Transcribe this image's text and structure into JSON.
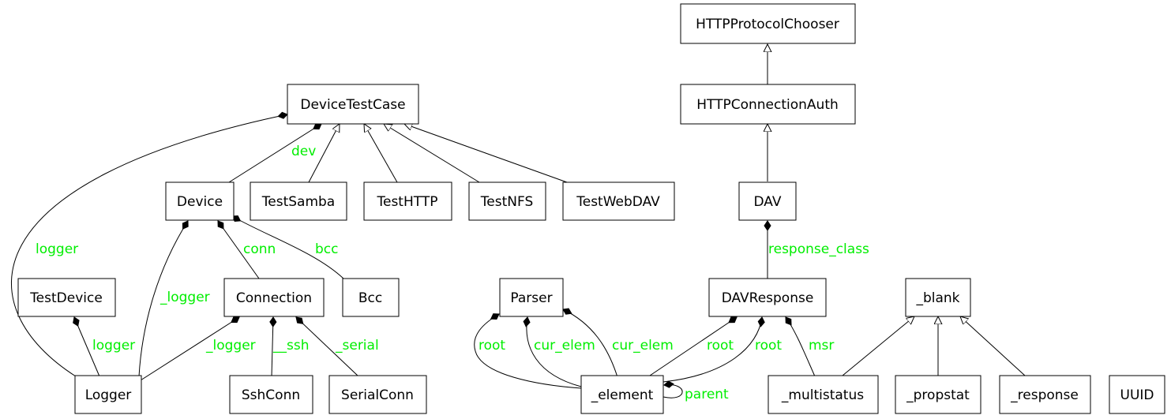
{
  "colors": {
    "node_border": "#000000",
    "line": "#000000",
    "label": "#00ee00",
    "background": "#ffffff"
  },
  "nodes": {
    "HTTPProtocolChooser": "HTTPProtocolChooser",
    "HTTPConnectionAuth": "HTTPConnectionAuth",
    "DeviceTestCase": "DeviceTestCase",
    "Device": "Device",
    "TestSamba": "TestSamba",
    "TestHTTP": "TestHTTP",
    "TestNFS": "TestNFS",
    "TestWebDAV": "TestWebDAV",
    "DAV": "DAV",
    "TestDevice": "TestDevice",
    "Connection": "Connection",
    "Bcc": "Bcc",
    "Parser": "Parser",
    "DAVResponse": "DAVResponse",
    "blank": "_blank",
    "Logger": "Logger",
    "SshConn": "SshConn",
    "SerialConn": "SerialConn",
    "element": "_element",
    "multistatus": "_multistatus",
    "propstat": "_propstat",
    "response": "_response",
    "UUID": "UUID"
  },
  "labels": {
    "dev": "dev",
    "logger_dtc": "logger",
    "conn": "conn",
    "bcc": "bcc",
    "response_class": "response_class",
    "logger_device": "_logger",
    "logger_testdevice": "logger",
    "logger_connection": "_logger",
    "ssh": "__ssh",
    "serial": "_serial",
    "root_parser": "root",
    "cur_elem_1": "cur_elem",
    "cur_elem_2": "cur_elem",
    "root_davresponse_1": "root",
    "root_davresponse_2": "root",
    "msr": "msr",
    "parent": "parent"
  },
  "edges": {
    "inheritance": [
      "HTTPConnectionAuth → HTTPProtocolChooser",
      "DAV → HTTPConnectionAuth",
      "TestSamba → DeviceTestCase",
      "TestHTTP → DeviceTestCase",
      "TestNFS → DeviceTestCase",
      "TestWebDAV → DeviceTestCase",
      "_multistatus → _blank",
      "_propstat → _blank",
      "_response → _blank"
    ],
    "composition": [
      "DeviceTestCase ◆ Device (dev)",
      "DeviceTestCase ◆ Logger (logger)",
      "Device ◆ Connection (conn)",
      "Device ◆ Bcc (bcc)",
      "Device ◆ Logger (_logger)",
      "TestDevice ◆ Logger (logger)",
      "Connection ◆ Logger (_logger)",
      "Connection ◆ SshConn (__ssh)",
      "Connection ◆ SerialConn (_serial)",
      "DAV ◆ DAVResponse (response_class)",
      "Parser ◆ _element (root)",
      "Parser ◆ _element (cur_elem)",
      "Parser ◆ _element (cur_elem)",
      "DAVResponse ◆ _element (root)",
      "DAVResponse ◆ _element (root)",
      "DAVResponse ◆ _multistatus (msr)",
      "_element ◆ _element (parent)"
    ]
  }
}
